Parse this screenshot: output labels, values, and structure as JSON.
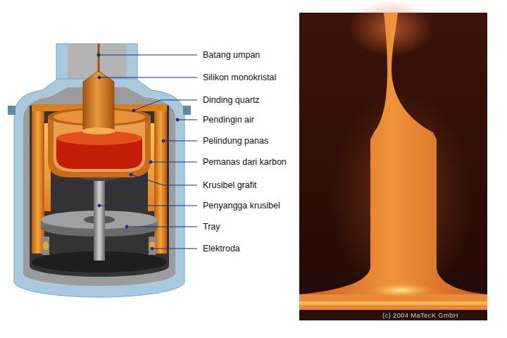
{
  "diagram": {
    "labels": [
      "Batang umpan",
      "Silikon monokristal",
      "Dinding quartz",
      "Pendingin air",
      "Pelindung panas",
      "Pemanas dari karbon",
      "Krusibel grafit",
      "Penyangga krusibel",
      "Tray",
      "Elektroda",
      "(c) 2004 MaTecK GmbH"
    ]
  }
}
